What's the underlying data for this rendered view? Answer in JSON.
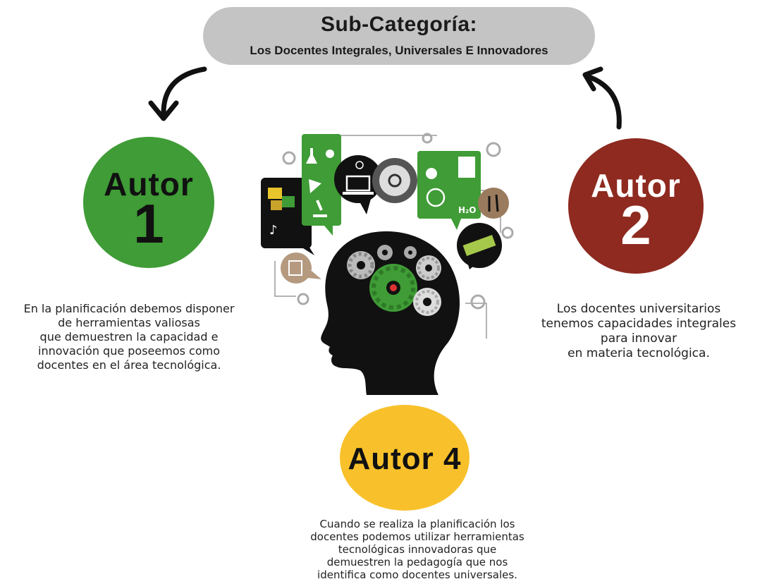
{
  "header": {
    "title": "Sub-Categoría:",
    "subtitle": "Los Docentes Integrales, Universales E Innovadores"
  },
  "authors": [
    {
      "label_word": "Autor",
      "label_number": "1",
      "color": "#3f9c36",
      "description_lines": [
        "En la planificación debemos disponer",
        "de herramientas valiosas",
        "que demuestren la capacidad e",
        "innovación que poseemos como",
        "docentes en el área tecnológica."
      ]
    },
    {
      "label_word": "Autor",
      "label_number": "2",
      "color": "#8e2a20",
      "description_lines": [
        "Los docentes universitarios",
        "tenemos capacidades integrales",
        "para innovar",
        "en materia tecnológica."
      ]
    },
    {
      "label": "Autor 4",
      "color": "#f8c12b",
      "description_lines": [
        "Cuando se realiza la planificación los",
        "docentes podemos utilizar herramientas",
        "tecnológicas innovadoras que",
        "demuestren la pedagogía que nos",
        "identifica como docentes universales."
      ]
    }
  ],
  "illustration": {
    "icons": [
      "head-silhouette-icon",
      "gear-icon",
      "flask-icon",
      "laptop-icon",
      "atom-icon",
      "puzzle-icon",
      "music-note-icon",
      "microscope-icon",
      "globe-icon",
      "apple-icon",
      "scissors-icon",
      "document-icon",
      "molecule-icon",
      "circuit-board-icon",
      "steering-wheel-icon"
    ],
    "formula_text": "H₂O"
  }
}
